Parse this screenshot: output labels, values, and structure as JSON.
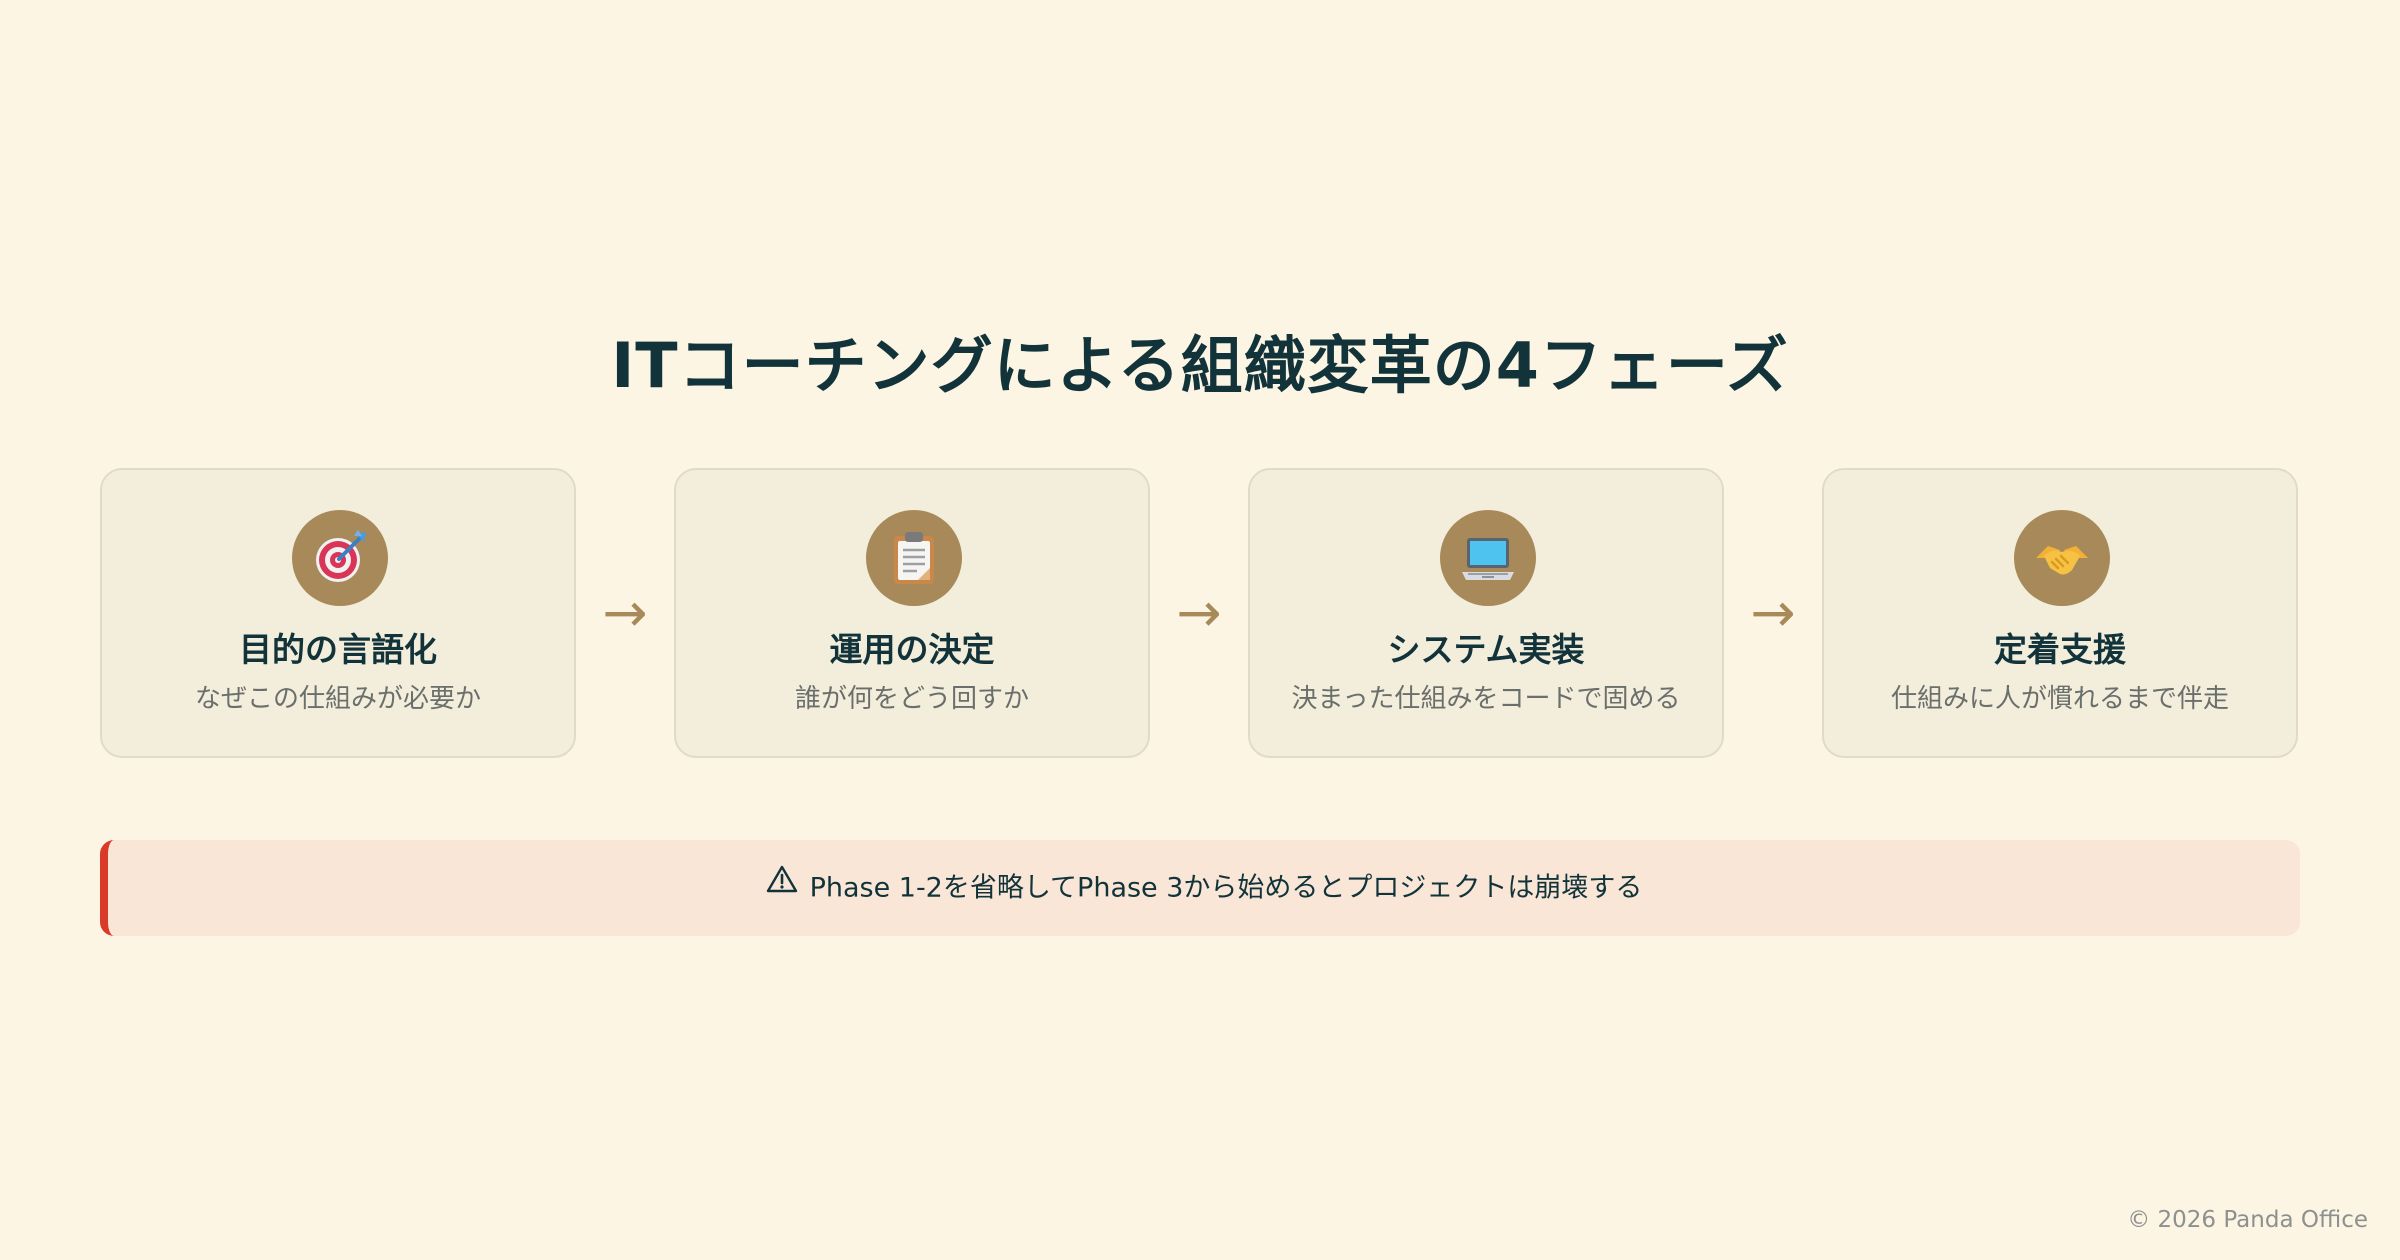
{
  "title": "ITコーチングによる組織変革の4フェーズ",
  "phases": [
    {
      "icon": "target-icon",
      "title": "目的の言語化",
      "desc": "なぜこの仕組みが必要か"
    },
    {
      "icon": "clipboard-icon",
      "title": "運用の決定",
      "desc": "誰が何をどう回すか"
    },
    {
      "icon": "laptop-icon",
      "title": "システム実装",
      "desc": "決まった仕組みをコードで固める"
    },
    {
      "icon": "handshake-icon",
      "title": "定着支援",
      "desc": "仕組みに人が慣れるまで伴走"
    }
  ],
  "arrow_glyph": "→",
  "warning": {
    "icon": "warning-icon",
    "text": "Phase 1-2を省略してPhase 3から始めるとプロジェクトは崩壊する"
  },
  "footer": "© 2026 Panda Office",
  "colors": {
    "background": "#fcf5e3",
    "card_background": "#f3eedc",
    "icon_circle": "#a88a5a",
    "arrow": "#a88a5a",
    "warning_background": "#f9e6d7",
    "warning_accent": "#d93b28",
    "title_text": "#12333a"
  }
}
